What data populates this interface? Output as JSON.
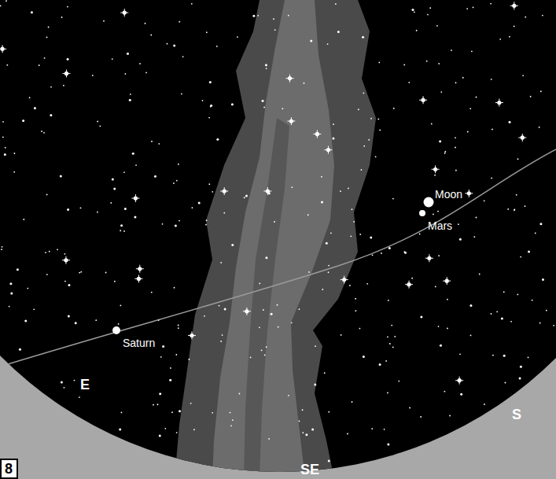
{
  "diagram": {
    "nodes": [
      {
        "text": [
          "8"
        ]
      }
    ],
    "labels": [
      "Moon",
      "Mars",
      "Saturn",
      "E",
      "SE",
      "S"
    ]
  }
}
